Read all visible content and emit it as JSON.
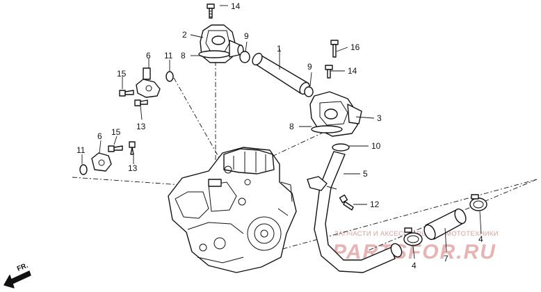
{
  "callouts": {
    "c1": "1",
    "c2": "2",
    "c3": "3",
    "c4a": "4",
    "c4b": "4",
    "c5": "5",
    "c6a": "6",
    "c6b": "6",
    "c7": "7",
    "c8a": "8",
    "c8b": "8",
    "c9a": "9",
    "c9b": "9",
    "c10": "10",
    "c11a": "11",
    "c11b": "11",
    "c12": "12",
    "c13a": "13",
    "c13b": "13",
    "c14a": "14",
    "c14b": "14",
    "c15a": "15",
    "c15b": "15",
    "c16": "16"
  },
  "direction": {
    "label": "FR."
  },
  "watermark": {
    "line1": "ЗАПЧАСТИ И АКСЕССУАРЫ ДЛЯ МОТОТЕХНИКИ",
    "line2": "PARTSFOR.RU"
  }
}
